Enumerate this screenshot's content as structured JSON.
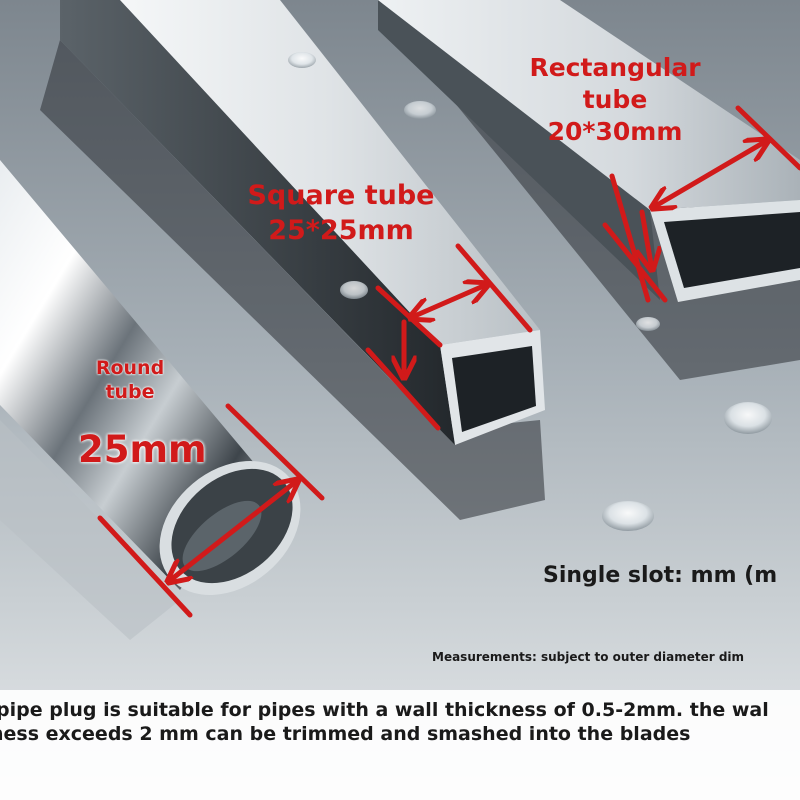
{
  "labels": {
    "rectangular": {
      "line1": "Rectangular",
      "line2": "tube",
      "line3": "20*30mm"
    },
    "square": {
      "line1": "Square tube",
      "line2": "25*25mm"
    },
    "round": {
      "line1": "Round",
      "line2": "tube",
      "size": "25mm"
    }
  },
  "single_slot": "Single slot: mm (m",
  "measurement_note": "Measurements: subject to outer diameter dim",
  "info": {
    "line1": "pipe plug is suitable for pipes with a wall thickness of 0.5-2mm. the wal",
    "line2": "ness exceeds 2 mm can be trimmed and smashed into the blades"
  },
  "colors": {
    "background": "#9ea8b0",
    "annotation_red": "#d11a1a",
    "text_dark": "#1a1a1a"
  }
}
